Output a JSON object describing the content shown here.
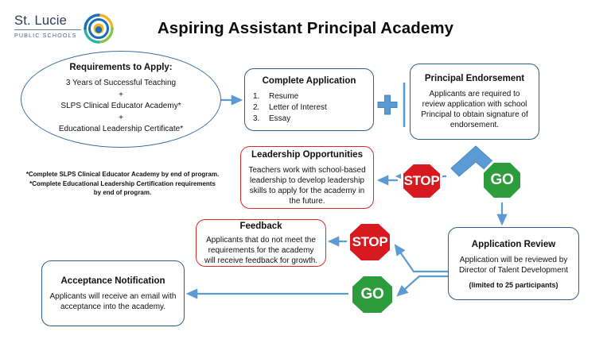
{
  "logo": {
    "name": "St. Lucie",
    "sub": "PUBLIC SCHOOLS",
    "mark_name": "slps-swirl-logo-icon",
    "colors": {
      "text": "#2b3b57",
      "blue": "#1b6fb5",
      "yellow": "#f0b429",
      "teal": "#2bb3a3",
      "lime": "#8cc63f"
    }
  },
  "header": {
    "title": "Aspiring Assistant Principal Academy"
  },
  "nodes": {
    "requirements": {
      "title": "Requirements to Apply:",
      "items": [
        "3 Years of Successful Teaching",
        "+",
        "SLPS Clinical Educator Academy*",
        "+",
        "Educational Leadership Certificate*"
      ]
    },
    "footnotes": [
      "*Complete SLPS Clinical Educator Academy by end of program.",
      "*Complete Educational Leadership Certification requirements",
      "by end of program."
    ],
    "complete_application": {
      "title": "Complete Application",
      "items": [
        {
          "num": "1.",
          "text": "Resume"
        },
        {
          "num": "2.",
          "text": "Letter of Interest"
        },
        {
          "num": "3.",
          "text": "Essay"
        }
      ]
    },
    "principal_endorsement": {
      "title": "Principal Endorsement",
      "body": "Applicants are required to review application with school Principal to obtain signature of endorsement."
    },
    "leadership_opportunities": {
      "title": "Leadership Opportunities",
      "body": "Teachers work with school-based leadership to develop leadership skills to apply for the academy in the future."
    },
    "feedback": {
      "title": "Feedback",
      "body": "Applicants that do not meet the requirements for the academy will receive feedback for growth."
    },
    "application_review": {
      "title": "Application Review",
      "body": "Application will be reviewed by Director of Talent Development",
      "note": "(limited to 25 participants)"
    },
    "acceptance_notification": {
      "title": "Acceptance Notification",
      "body": "Applicants will receive an email with acceptance into the academy."
    }
  },
  "signs": {
    "stop_top": {
      "label": "STOP",
      "kind": "stop"
    },
    "go_top": {
      "label": "GO",
      "kind": "go"
    },
    "stop_mid": {
      "label": "STOP",
      "kind": "stop"
    },
    "go_bottom": {
      "label": "GO",
      "kind": "go"
    }
  },
  "connectors": {
    "plus_label": "+",
    "branch_name": "split-chevron-arrow"
  },
  "colors": {
    "blue_border": "#2e5c8a",
    "oval_border": "#3f6f9e",
    "red_border": "#d92b2b",
    "arrow_blue": "#5b9bd5",
    "stop_red": "#d71920",
    "go_green": "#2c9c3c",
    "title_black": "#0d0d0d"
  }
}
